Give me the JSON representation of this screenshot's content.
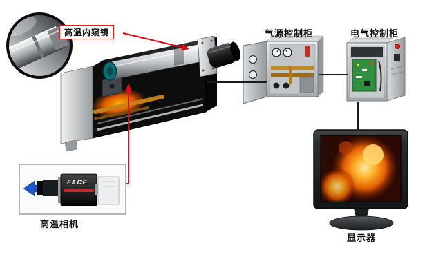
{
  "diagram": {
    "components": {
      "endoscope": {
        "label": "高温内窥镜"
      },
      "air_cabinet": {
        "label": "气源控制柜"
      },
      "electric_cabinet": {
        "label": "电气控制柜"
      },
      "camera": {
        "label": "高温相机",
        "brand": "FACE"
      },
      "monitor": {
        "label": "显示器"
      }
    },
    "colors": {
      "connector_red": "#e30613",
      "connector_black": "#1a1a1a",
      "label_border_red": "#d7261d",
      "furnace_orange": "#ff7e00",
      "endoscope_teal": "#0c7078",
      "camera_arrow_blue": "#2257c4"
    }
  }
}
